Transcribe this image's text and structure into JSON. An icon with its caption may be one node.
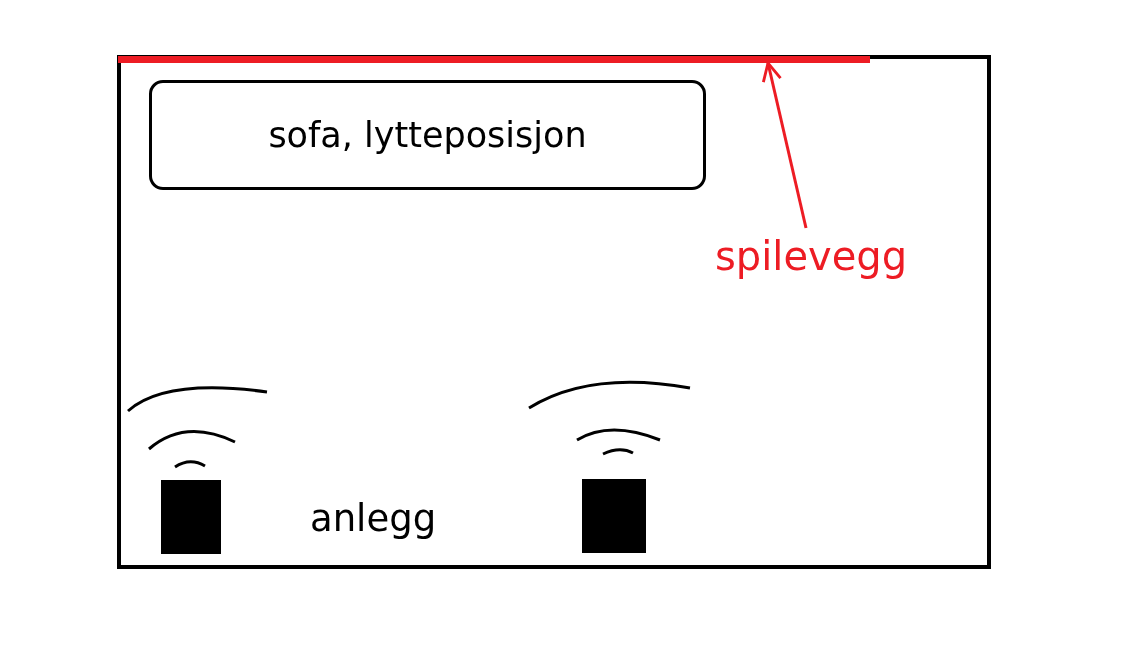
{
  "diagram": {
    "nodes": [
      {
        "text": [
          "sofa, lytteposisjon"
        ]
      },
      {
        "text": [
          "spilevegg"
        ]
      },
      {
        "text": [],
        "shape": "bar"
      }
    ],
    "edges": [
      {
        "from": 1,
        "to": 2,
        "arrow": "to"
      }
    ],
    "labels": [
      "anlegg"
    ]
  }
}
